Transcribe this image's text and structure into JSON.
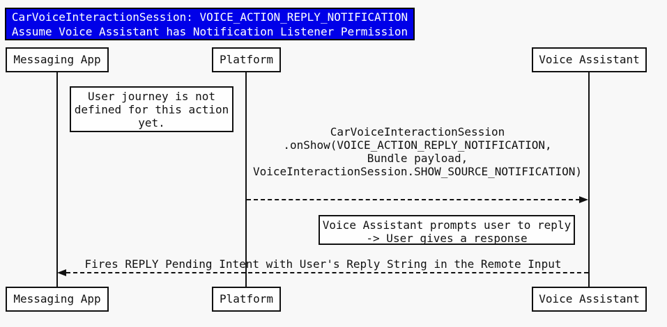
{
  "diagram": {
    "title": {
      "line1": "CarVoiceInteractionSession: VOICE_ACTION_REPLY_NOTIFICATION",
      "line2": "Assume Voice Assistant has Notification Listener Permission"
    },
    "actors": {
      "messaging_app": "Messaging App",
      "platform": "Platform",
      "voice_assistant": "Voice Assistant"
    },
    "notes": {
      "user_journey": {
        "line1": "User journey is not",
        "line2": "defined for this action",
        "line3": "yet."
      },
      "prompt_reply": {
        "line1": "Voice Assistant prompts user to reply",
        "line2": "-> User gives a response"
      }
    },
    "messages": {
      "on_show": {
        "from": "Platform",
        "to": "Voice Assistant",
        "line1": "CarVoiceInteractionSession",
        "line2": ".onShow(VOICE_ACTION_REPLY_NOTIFICATION,",
        "line3": "Bundle payload,",
        "line4": "VoiceInteractionSession.SHOW_SOURCE_NOTIFICATION)"
      },
      "fires_reply": {
        "from": "Voice Assistant",
        "to": "Messaging App",
        "line1": "Fires REPLY Pending Intent with User's Reply String in the Remote Input"
      }
    },
    "colors": {
      "title_bg": "#0000E8",
      "title_text": "#FFFFFF",
      "line": "#111111",
      "box_bg": "#FEFEFE",
      "canvas_bg": "#F8F8F8"
    }
  }
}
